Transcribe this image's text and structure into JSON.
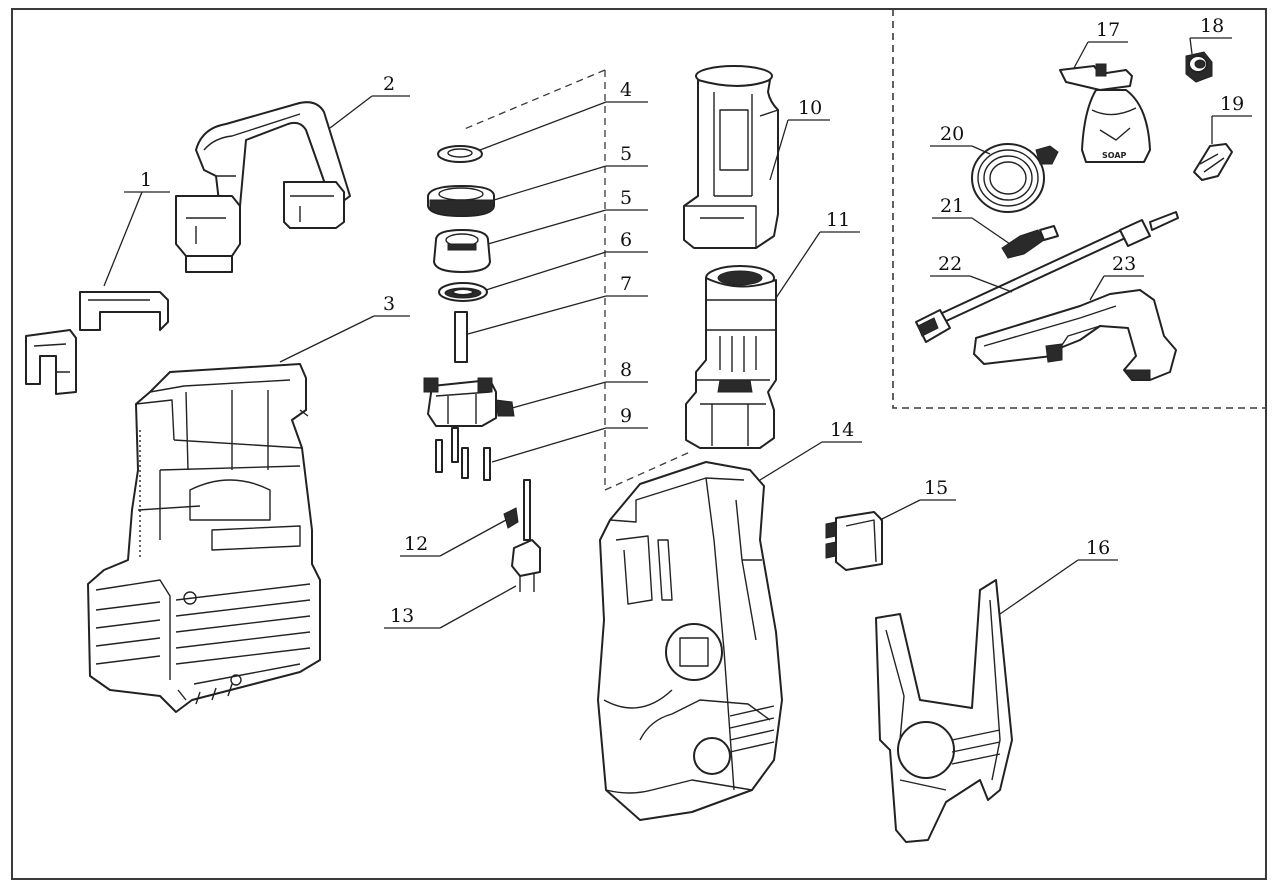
{
  "parts": [
    {
      "label": "1",
      "icon": "bracket-clip-icon"
    },
    {
      "label": "2",
      "icon": "carry-handle-icon"
    },
    {
      "label": "3",
      "icon": "rear-housing-icon"
    },
    {
      "label": "4",
      "icon": "seal-ring-icon"
    },
    {
      "label": "5",
      "icon": "gear-ring-icon"
    },
    {
      "label": "5",
      "icon": "bearing-cap-icon"
    },
    {
      "label": "6",
      "icon": "bearing-ring-icon"
    },
    {
      "label": "7",
      "icon": "shaft-pin-icon"
    },
    {
      "label": "8",
      "icon": "pump-head-icon"
    },
    {
      "label": "9",
      "icon": "screws-icon"
    },
    {
      "label": "10",
      "icon": "motor-cover-icon"
    },
    {
      "label": "11",
      "icon": "motor-pump-assembly-icon"
    },
    {
      "label": "12",
      "icon": "cable-clip-icon"
    },
    {
      "label": "13",
      "icon": "power-cord-plug-icon"
    },
    {
      "label": "14",
      "icon": "front-housing-icon"
    },
    {
      "label": "15",
      "icon": "power-switch-icon"
    },
    {
      "label": "16",
      "icon": "base-stand-icon"
    },
    {
      "label": "17",
      "icon": "foam-bottle-icon"
    },
    {
      "label": "18",
      "icon": "connector-cap-icon"
    },
    {
      "label": "19",
      "icon": "nozzle-icon"
    },
    {
      "label": "20",
      "icon": "hose-icon"
    },
    {
      "label": "21",
      "icon": "hose-connector-icon"
    },
    {
      "label": "22",
      "icon": "lance-icon"
    },
    {
      "label": "23",
      "icon": "spray-gun-icon"
    }
  ],
  "bottle_label": "SOAP"
}
